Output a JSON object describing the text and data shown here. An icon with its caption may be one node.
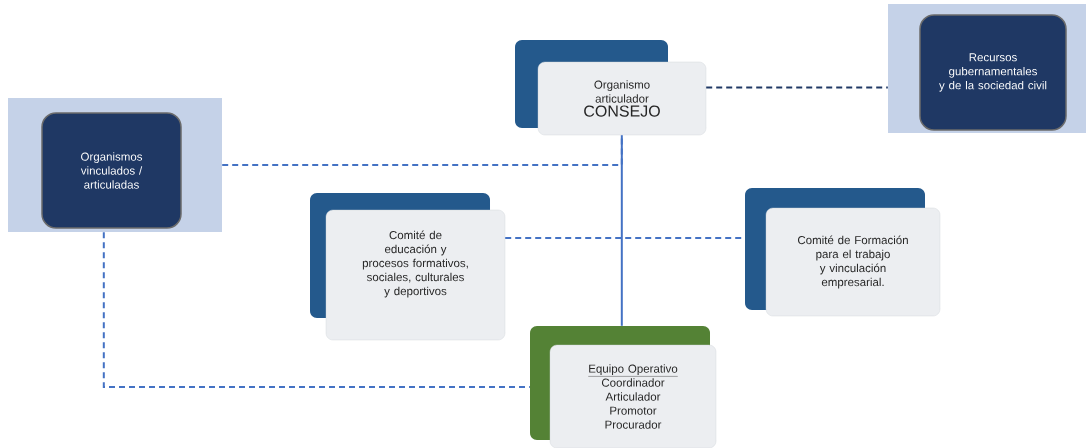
{
  "diagram": {
    "nodes": [
      {
        "text": [
          "Organismo articulador",
          "CONSEJO"
        ]
      },
      {
        "text": [],
        "shape": "box"
      },
      {
        "text": [
          "Recursos gubernamentales y de la sociedad civil"
        ],
        "in": 1
      },
      {
        "text": [],
        "shape": "box"
      },
      {
        "text": [
          "Organismos vinculados / articuladas"
        ],
        "in": 3
      },
      {
        "text": [
          "Comité de educación y procesos formativos, sociales, culturales y deportivos"
        ]
      },
      {
        "text": [
          "Comité de Formación para el trabajo y vinculación empresarial."
        ]
      },
      {
        "text": [
          "Equipo Operativo",
          "Coordinador",
          "Articulador",
          "Promotor",
          "Procurador"
        ]
      }
    ],
    "edges": [
      {
        "from": 0,
        "to": 1,
        "arrow": "none",
        "style": "dashed",
        "color": "#1f3864"
      },
      {
        "from": 3,
        "to": 0,
        "arrow": "none",
        "style": "dashed"
      },
      {
        "from": 5,
        "to": 6,
        "arrow": "none",
        "style": "dashed"
      },
      {
        "from": 0,
        "to": 7,
        "arrow": "none"
      },
      {
        "from": 3,
        "to": 7,
        "arrow": "none",
        "style": "dashed"
      }
    ]
  }
}
